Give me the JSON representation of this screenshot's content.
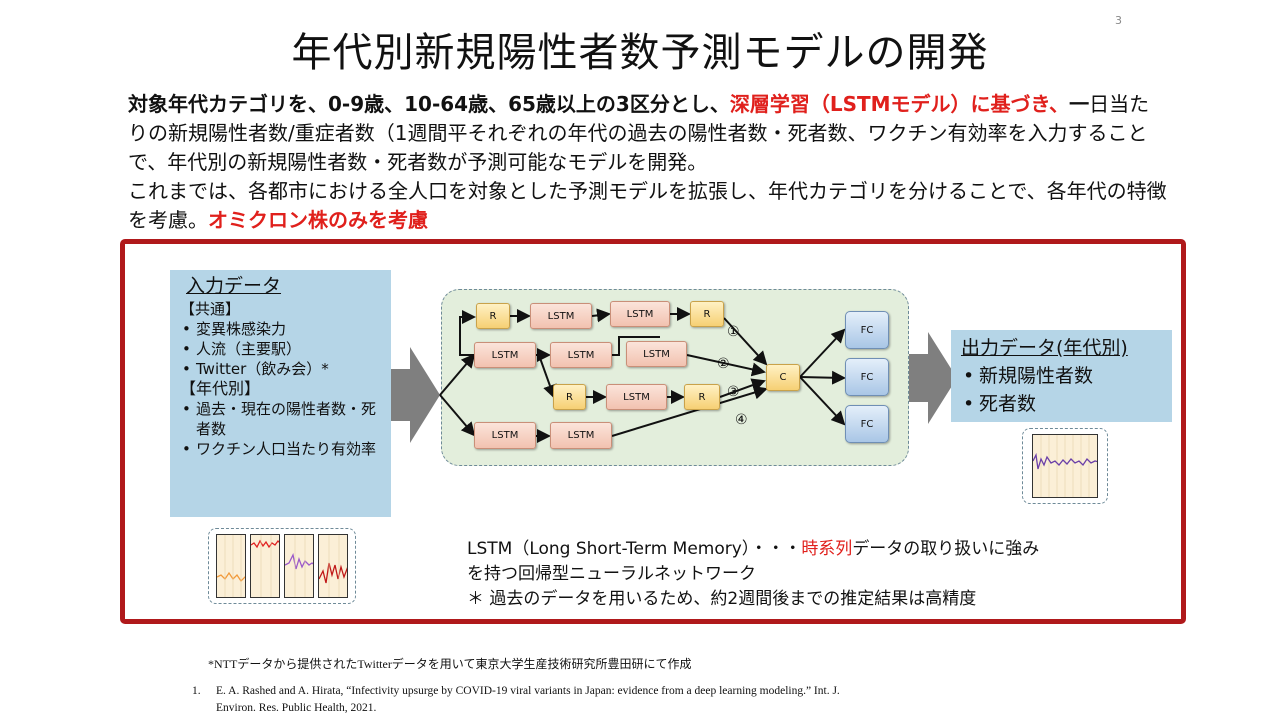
{
  "page_number": "3",
  "title": "年代別新規陽性者数予測モデルの開発",
  "description": {
    "p1_a": "対象年代カテゴリを、0-9歳、10-64歳、65歳以上の3区分とし、",
    "p1_red": "深層学習（LSTMモデル）に基づき、",
    "p1_b": "一日当たりの新規陽性者数/重症者数（1週間平それぞれの年代の過去の陽性者数・死者数、ワクチン有効率を入力することで、年代別の新規陽性者数・死者数が予測可能なモデルを開発。",
    "p2": "これまでは、各都市における全人口を対象とした予測モデルを拡張し、年代カテゴリを分けることで、各年代の特徴を考慮。",
    "p2_red": "オミクロン株のみを考慮"
  },
  "input_data": {
    "heading": "入力データ",
    "common_label": "【共通】",
    "common_items": [
      "変異株感染力",
      "人流（主要駅）",
      "Twitter（飲み会）*"
    ],
    "age_label": "【年代別】",
    "age_items": [
      "過去・現在の陽性者数・死者数",
      "ワクチン人口当たり有効率"
    ]
  },
  "network": {
    "nodes": {
      "r1": "R",
      "lstm1": "LSTM",
      "lstm2": "LSTM",
      "r2": "R",
      "lstm3": "LSTM",
      "lstm4": "LSTM",
      "lstm5": "LSTM",
      "r3": "R",
      "lstm6": "LSTM",
      "r4": "R",
      "lstm7": "LSTM",
      "lstm8": "LSTM",
      "c": "C",
      "fc1": "FC",
      "fc2": "FC",
      "fc3": "FC"
    },
    "markers": [
      "①",
      "②",
      "③",
      "④"
    ]
  },
  "output_data": {
    "heading": "出力データ(年代別)",
    "items": [
      "新規陽性者数",
      "死者数"
    ]
  },
  "lstm_note": {
    "line1_a": "LSTM（Long Short-Term Memory）・・・",
    "line1_red": "時系列",
    "line1_b": "データの取り扱いに強み",
    "line2": "を持つ回帰型ニューラルネットワーク",
    "line3": "＊ 過去のデータを用いるため、約2週間後までの推定結果は高精度"
  },
  "footnote": "*NTTデータから提供されたTwitterデータを用いて東京大学生産技術研究所豊田研にて作成",
  "reference": {
    "number": "1.",
    "text": "E. A. Rashed and A. Hirata, “Infectivity upsurge by COVID-19 viral variants in Japan: evidence from a deep learning modeling.” Int. J. Environ. Res. Public Health, 2021."
  },
  "colors": {
    "accent_red": "#e0201c",
    "frame_red": "#b0191b",
    "box_blue": "#b5d5e7",
    "panel_green": "#e3eedc",
    "arrow_gray": "#7f7f7f"
  }
}
